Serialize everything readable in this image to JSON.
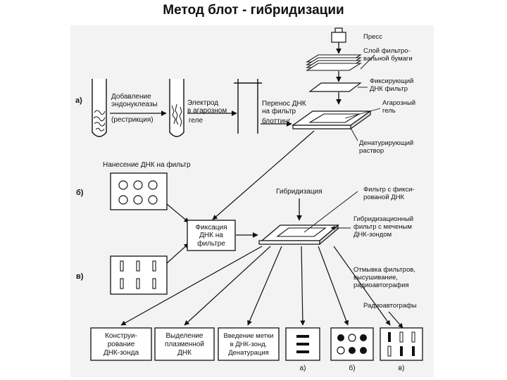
{
  "title": "Метод  блот - гибридизации",
  "diagram": {
    "press": "Пресс",
    "paper": [
      "Слой фильтро-",
      "вальной бумаги"
    ],
    "fix_filter": [
      "Фиксирующий",
      "ДНК фильтр"
    ],
    "gel": [
      "Агарозный",
      "гель"
    ],
    "denat": [
      "Денатурирующий",
      "раствор"
    ],
    "row_a": "а)",
    "step1": [
      "Добавление",
      "эндонуклеазы",
      "(рестрикция)"
    ],
    "step2": [
      "Электрод",
      "в агарозном",
      "геле"
    ],
    "step3": [
      "Перенос ДНК",
      "на фильтр",
      "блоттинг"
    ],
    "apply_filter": "Нанесение ДНК на фильтр",
    "row_b": "б)",
    "row_v": "в)",
    "fixation": [
      "Фиксация",
      "ДНК на",
      "фильтре"
    ],
    "hybridization": "Гибридизация",
    "filter_fixed": [
      "Фильтр с фикси-",
      "рованой ДНК"
    ],
    "hyb_filter": [
      "Гибридизационный",
      "фильтр с меченым",
      "ДНК-зондом"
    ],
    "wash": [
      "Отмывка фильтров,",
      "высушивание,",
      "радиоавтография"
    ],
    "radio": "Радиоавтографы",
    "box1": [
      "Конструи-",
      "рование",
      "ДНК-зонда"
    ],
    "box2": [
      "Выделение",
      "плазменной",
      "ДНК"
    ],
    "box3": [
      "Введение метки",
      "в ДНК-зонд.",
      "Денатурация"
    ],
    "res_a": "а)",
    "res_b": "б)",
    "res_v": "в)"
  }
}
